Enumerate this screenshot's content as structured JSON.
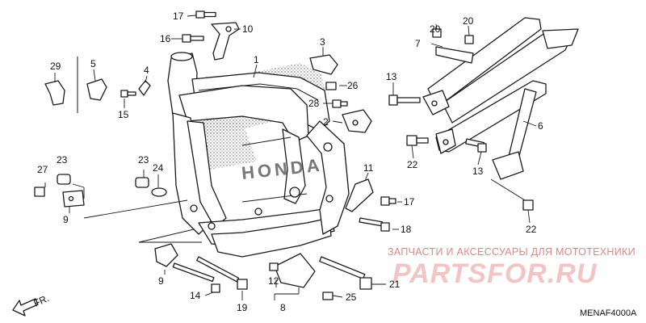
{
  "callouts": {
    "c1": "1",
    "c2": "2",
    "c3": "3",
    "c4": "4",
    "c5": "5",
    "c6": "6",
    "c7": "7",
    "c8": "8",
    "c9a": "9",
    "c9b": "9",
    "c10": "10",
    "c11": "11",
    "c12": "12",
    "c13a": "13",
    "c13b": "13",
    "c14": "14",
    "c15": "15",
    "c16": "16",
    "c17a": "17",
    "c17b": "17",
    "c18": "18",
    "c19": "19",
    "c20a": "20",
    "c20b": "20",
    "c21": "21",
    "c22a": "22",
    "c22b": "22",
    "c23a": "23",
    "c23b": "23",
    "c24": "24",
    "c25": "25",
    "c26": "26",
    "c27": "27",
    "c28": "28",
    "c29": "29"
  },
  "frame_brand": "HONDA",
  "direction_label": "FR.",
  "diagram_code": "MENAF4000A",
  "watermark": {
    "tagline": "ЗАПЧАСТИ И АКСЕССУАРЫ ДЛЯ МОТОТЕХНИКИ",
    "site": "PARTSFOR.RU"
  }
}
